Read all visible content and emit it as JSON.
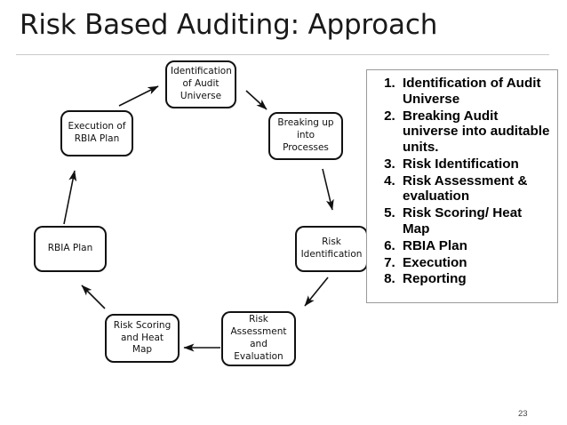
{
  "slide": {
    "title": "Risk Based Auditing: Approach",
    "page_number": "23",
    "background_color": "#ffffff",
    "divider_color": "#c9c9c9"
  },
  "diagram": {
    "type": "cycle-flow",
    "box_border_color": "#111111",
    "box_fill_color": "#ffffff",
    "nodes": [
      {
        "id": "identification-of-audit-universe",
        "label": "Identification of Audit Universe",
        "lines": [
          "Identification",
          "of Audit",
          "Universe"
        ]
      },
      {
        "id": "breaking-up-into-processes",
        "label": "Breaking up into Processes",
        "lines": [
          "Breaking up",
          "into",
          "Processes"
        ]
      },
      {
        "id": "risk-identification",
        "label": "Risk Identification",
        "lines": [
          "Risk",
          "Identification"
        ]
      },
      {
        "id": "risk-assessment-and-evaluation",
        "label": "Risk Assessment and Evaluation",
        "lines": [
          "Risk",
          "Assessment",
          "and",
          "Evaluation"
        ]
      },
      {
        "id": "risk-scoring-and-heat-map",
        "label": "Risk Scoring and Heat Map",
        "lines": [
          "Risk Scoring",
          "and Heat",
          "Map"
        ]
      },
      {
        "id": "rbia-plan",
        "label": "RBIA Plan",
        "lines": [
          "RBIA Plan"
        ]
      },
      {
        "id": "execution-of-rbia-plan",
        "label": "Execution of RBIA Plan",
        "lines": [
          "Execution of",
          "RBIA Plan"
        ]
      }
    ],
    "edges": [
      {
        "from": "execution-of-rbia-plan",
        "to": "identification-of-audit-universe"
      },
      {
        "from": "identification-of-audit-universe",
        "to": "breaking-up-into-processes"
      },
      {
        "from": "breaking-up-into-processes",
        "to": "risk-identification"
      },
      {
        "from": "risk-identification",
        "to": "risk-assessment-and-evaluation"
      },
      {
        "from": "risk-assessment-and-evaluation",
        "to": "risk-scoring-and-heat-map"
      },
      {
        "from": "risk-scoring-and-heat-map",
        "to": "rbia-plan"
      },
      {
        "from": "rbia-plan",
        "to": "execution-of-rbia-plan"
      }
    ]
  },
  "steps_panel": {
    "border_color": "#9a9a9a",
    "items": [
      "Identification of Audit Universe",
      "Breaking Audit universe into auditable units.",
      "Risk Identification",
      "Risk Assessment & evaluation",
      "Risk Scoring/ Heat Map",
      "RBIA Plan",
      "Execution",
      "Reporting"
    ]
  }
}
